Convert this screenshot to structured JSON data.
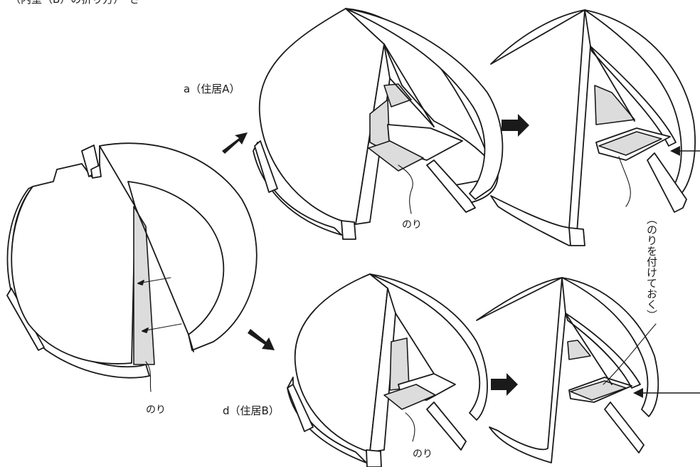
{
  "header": {
    "caption": "（内壁（B）の折り方）・さ"
  },
  "labels": {
    "a": "a（住居A）",
    "d": "d（住居B）",
    "glue": "のり",
    "glue_note": "（のりを付けておく）"
  },
  "colors": {
    "line": "#1a1a1a",
    "glue_fill": "#dcdcdc",
    "paper": "#ffffff"
  }
}
